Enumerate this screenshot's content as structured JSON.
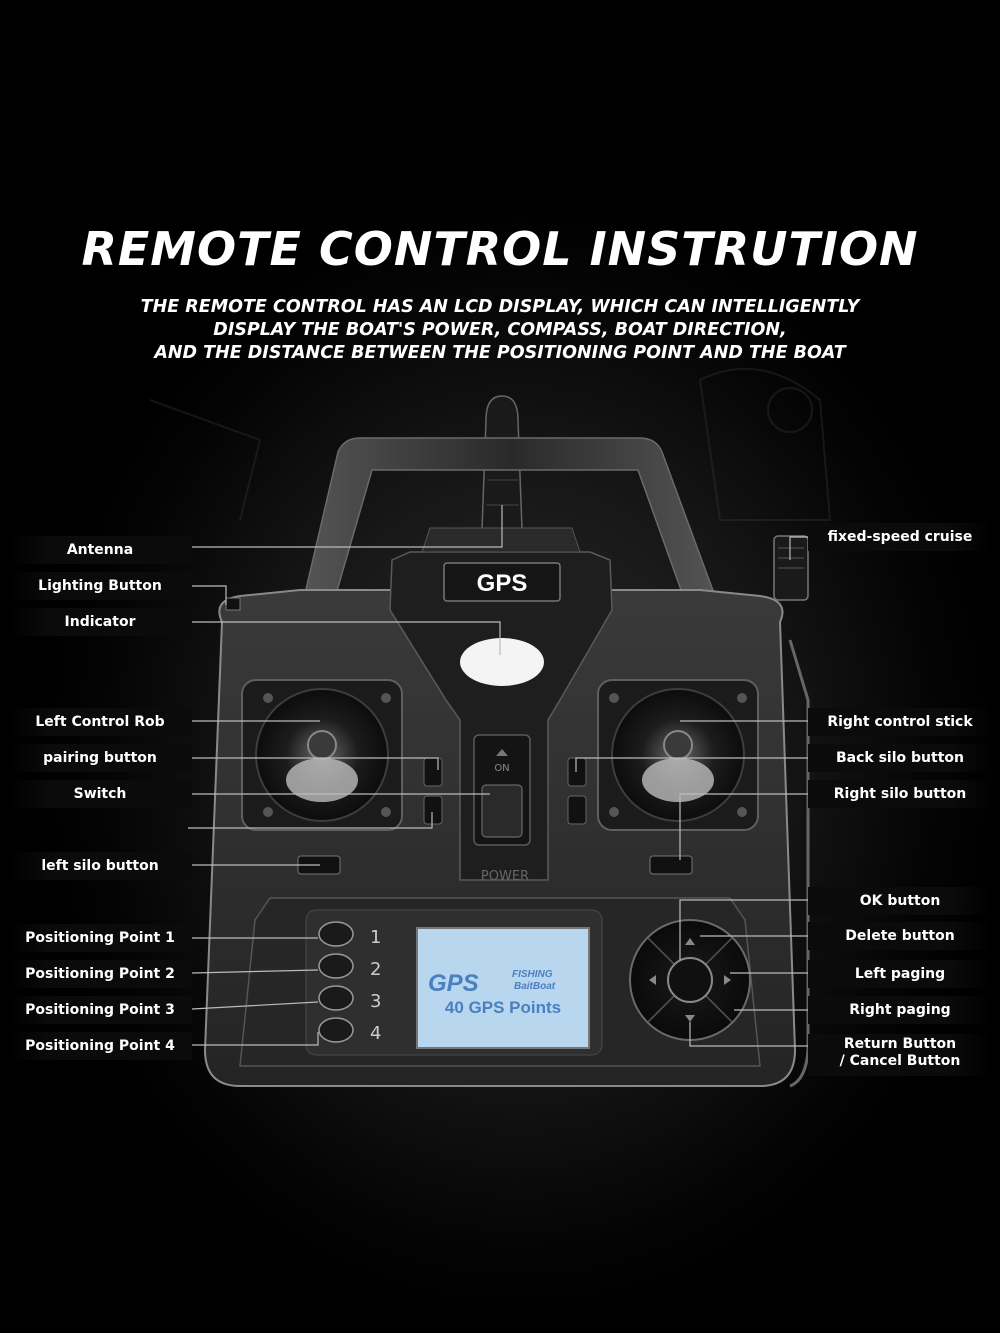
{
  "header": {
    "title": "REMOTE CONTROL INSTRUTION",
    "subtitle_lines": [
      "THE REMOTE CONTROL HAS AN LCD DISPLAY, WHICH CAN INTELLIGENTLY",
      "DISPLAY THE BOAT'S POWER, COMPASS, BOAT DIRECTION,",
      "AND THE DISTANCE BETWEEN THE POSITIONING POINT AND THE BOAT"
    ]
  },
  "remote": {
    "badge": "GPS",
    "power_label": "POWER",
    "on_label": "ON",
    "point_numbers": [
      "1",
      "2",
      "3",
      "4"
    ],
    "lcd": {
      "logo": "GPS",
      "logo_sub1": "FISHING",
      "logo_sub2": "BaitBoat",
      "text": "40 GPS Points"
    }
  },
  "labels_left": [
    "Antenna",
    "Lighting Button",
    "Indicator",
    "Left Control Rob",
    "pairing button",
    "Switch",
    "left silo button",
    "Positioning Point 1",
    "Positioning Point 2",
    "Positioning Point 3",
    "Positioning Point 4"
  ],
  "labels_right": [
    "fixed-speed cruise",
    "Right control stick",
    "Back silo button",
    "Right silo button",
    "OK button",
    "Delete button",
    "Left paging",
    "Right paging"
  ],
  "return_label": [
    "Return Button",
    "/ Cancel Button"
  ],
  "colors": {
    "background": "#000000",
    "body": "#2a2a2a",
    "lcd": "#b9d6ef",
    "lcd_text": "#4a7fc0"
  }
}
